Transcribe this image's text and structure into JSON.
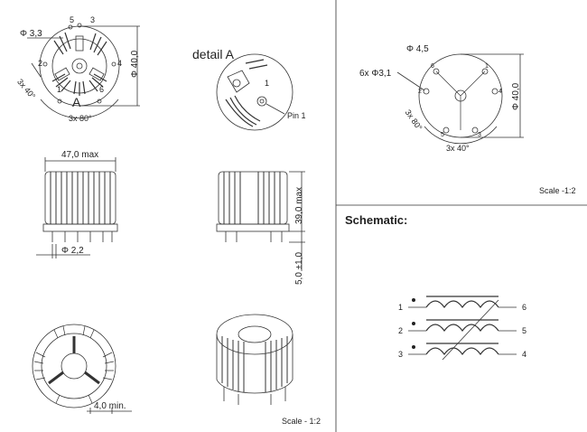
{
  "left_panel": {
    "top_view": {
      "phi_label": "Φ 3,3",
      "pin_5": "5",
      "pin_3": "3",
      "pin_2": "2",
      "pin_4": "4",
      "pin_1": "1",
      "pin_6": "6",
      "view_label": "A",
      "dim_height": "Φ 40,0",
      "angle_40": "3x 40°",
      "angle_80": "3x 80°"
    },
    "detail": {
      "title": "detail A",
      "pin_label": "Pin 1",
      "num_1": "1"
    },
    "side_view": {
      "width_dim": "47,0 max",
      "pin_dim": "Φ 2,2"
    },
    "side_view_right": {
      "height_dim": "39,0 max",
      "pin_length_dim": "5,0 ±1,0"
    },
    "bottom_view": {
      "min_dim": "4,0 min."
    },
    "scale": "Scale - 1:2"
  },
  "right_panel": {
    "footprint": {
      "hole_dia": "Φ 4,5",
      "holes": "6x Φ3,1",
      "dim": "Φ 40,0",
      "angle_80": "3x 80°",
      "angle_40": "3x 40°",
      "pin_6": "6",
      "pin_1": "1",
      "pin_2": "2",
      "pin_4": "4",
      "pin_5": "5",
      "pin_3": "3"
    },
    "scale": "Scale -1:2"
  },
  "schematic": {
    "title": "Schematic:",
    "pins_left": [
      "1",
      "2",
      "3"
    ],
    "pins_right": [
      "6",
      "5",
      "4"
    ]
  }
}
